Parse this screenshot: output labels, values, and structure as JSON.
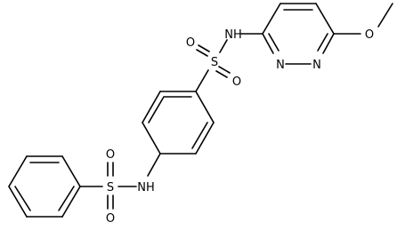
{
  "molecule": {
    "atoms": {
      "sulfonyl_s_upper": "S",
      "sulfonyl_o_upper_top": "O",
      "sulfonyl_o_upper_bottom": "O",
      "amide_nh_upper": "NH",
      "pyridazine_n1": "N",
      "pyridazine_n2": "N",
      "methoxy_o": "O",
      "sulfonyl_s_lower": "S",
      "sulfonyl_o_lower_top": "O",
      "sulfonyl_o_lower_bottom": "O",
      "amide_nh_lower": "NH"
    }
  }
}
